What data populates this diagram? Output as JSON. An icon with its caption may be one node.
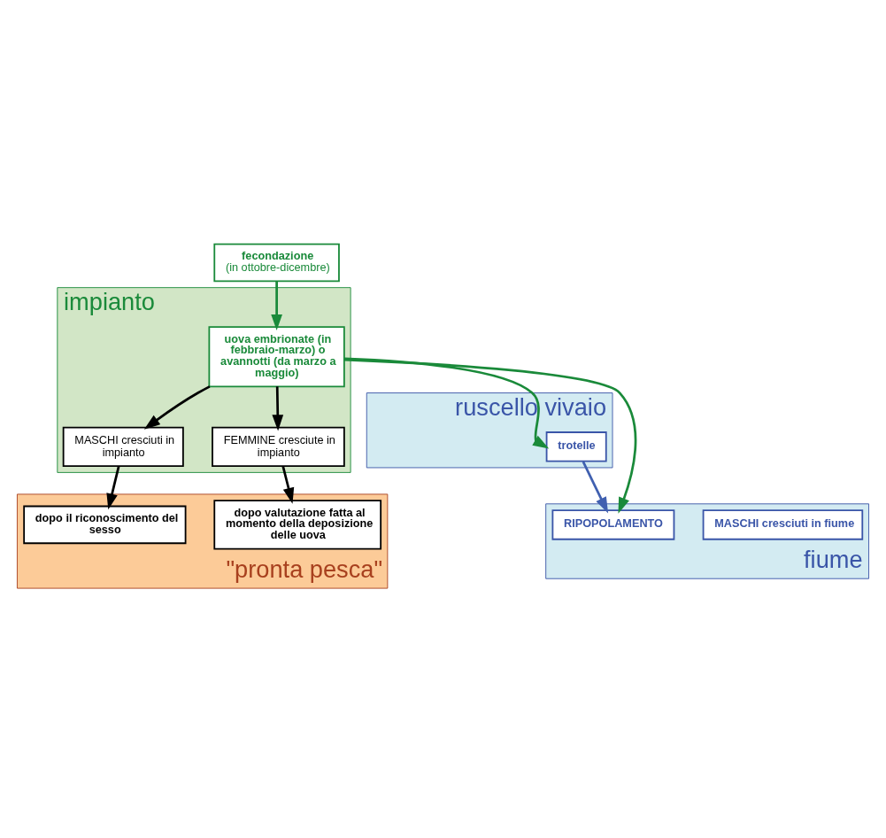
{
  "diagram": {
    "nodes": [
      {
        "text": [
          "impianto"
        ]
      },
      {
        "text": [
          "ruscello vivaio"
        ]
      },
      {
        "text": [
          "fiume"
        ]
      },
      {
        "text": [
          "\"pronta pesca\""
        ]
      },
      {
        "text": [
          "uova embrionate (in febbraio-marzo) o avannotti (da marzo a maggio)"
        ],
        "in": 0
      },
      {
        "text": [
          "MASCHI cresciuti in impianto"
        ],
        "in": 0
      },
      {
        "text": [
          "FEMMINE cresciute in impianto"
        ],
        "in": 0
      },
      {
        "text": [
          "fecondazione",
          "(in ottobre-dicembre)"
        ]
      },
      {
        "text": [
          "MASCHI cresciuti in fiume"
        ],
        "in": 2
      },
      {
        "text": [
          "trotelle"
        ],
        "in": 1
      },
      {
        "text": [
          "RIPOPOLAMENTO"
        ],
        "in": 2
      },
      {
        "text": [
          "dopo il riconoscimento del sesso"
        ],
        "in": 3
      },
      {
        "text": [
          "dopo valutazione fatta al momento della deposizione delle uova"
        ],
        "in": 3
      }
    ],
    "edges": [
      {
        "from": 4,
        "to": 9,
        "arrow": "to",
        "color": "#1a8a3a"
      },
      {
        "from": 4,
        "to": 5,
        "arrow": "to"
      },
      {
        "from": 4,
        "to": 6,
        "arrow": "to"
      },
      {
        "from": 4,
        "to": 10,
        "arrow": "to",
        "color": "#1a8a3a"
      },
      {
        "from": 7,
        "to": 4,
        "arrow": "to",
        "color": "#1a8a3a"
      },
      {
        "from": 9,
        "to": 10,
        "arrow": "to",
        "color": "#4060b0"
      },
      {
        "from": 5,
        "to": 11,
        "arrow": "to"
      },
      {
        "from": 6,
        "to": 12,
        "arrow": "to"
      }
    ]
  }
}
